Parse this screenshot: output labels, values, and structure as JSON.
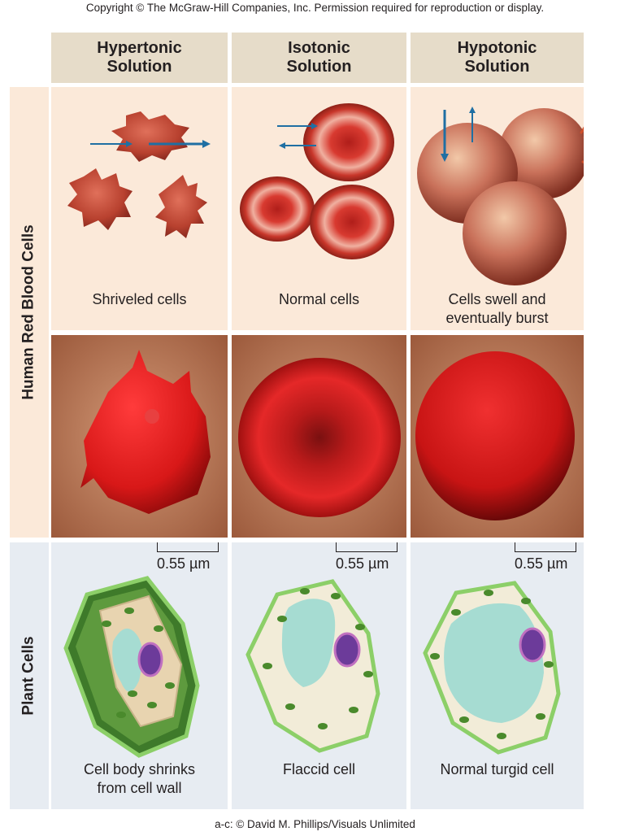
{
  "copyright": "Copyright © The McGraw-Hill Companies, Inc. Permission required for reproduction or display.",
  "credit": "a-c: © David M. Phillips/Visuals Unlimited",
  "columns": [
    {
      "line1": "Hypertonic",
      "line2": "Solution"
    },
    {
      "line1": "Isotonic",
      "line2": "Solution"
    },
    {
      "line1": "Hypotonic",
      "line2": "Solution"
    }
  ],
  "row_labels": {
    "rbc": "Human Red Blood Cells",
    "plant": "Plant Cells"
  },
  "rbc_captions": [
    {
      "line1": "Shriveled cells",
      "line2": ""
    },
    {
      "line1": "Normal cells",
      "line2": ""
    },
    {
      "line1": "Cells swell and",
      "line2": "eventually burst"
    }
  ],
  "scale_bar": "0.55 µm",
  "plant_captions": [
    {
      "line1": "Cell body shrinks",
      "line2": "from cell wall"
    },
    {
      "line1": "Flaccid cell",
      "line2": ""
    },
    {
      "line1": "Normal turgid cell",
      "line2": ""
    }
  ],
  "colors": {
    "header_bg": "#e6dcc9",
    "rbc_bg": "#fbe9d9",
    "plant_bg": "#e7ecf2",
    "cell_red": "#c8362a",
    "arrow_blue": "#1f6fa3",
    "wall_green": "#7fbf5a",
    "nucleus_purple": "#6c3b9a",
    "vacuole_teal": "#a6dcd2"
  }
}
